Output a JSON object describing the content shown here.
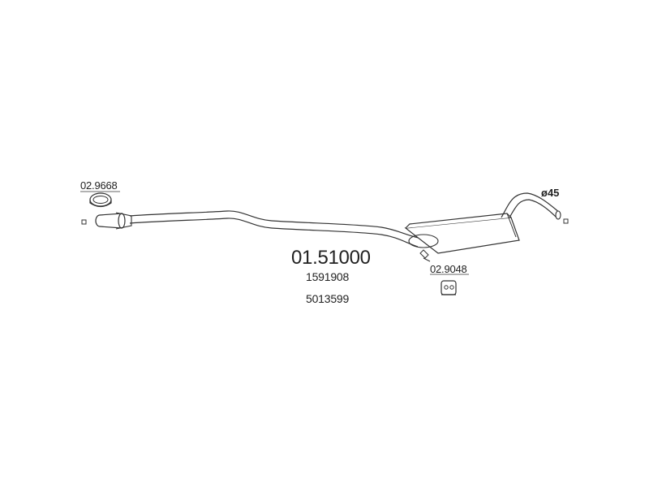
{
  "part_number": "01.51000",
  "oe_references": [
    "1591908",
    "5013599"
  ],
  "callouts": {
    "clamp_ring": "02.9668",
    "rubber_hanger": "02.9048"
  },
  "outlet_diameter": "ø45",
  "colors": {
    "background": "#ffffff",
    "line": "#333333",
    "text": "#222222"
  }
}
